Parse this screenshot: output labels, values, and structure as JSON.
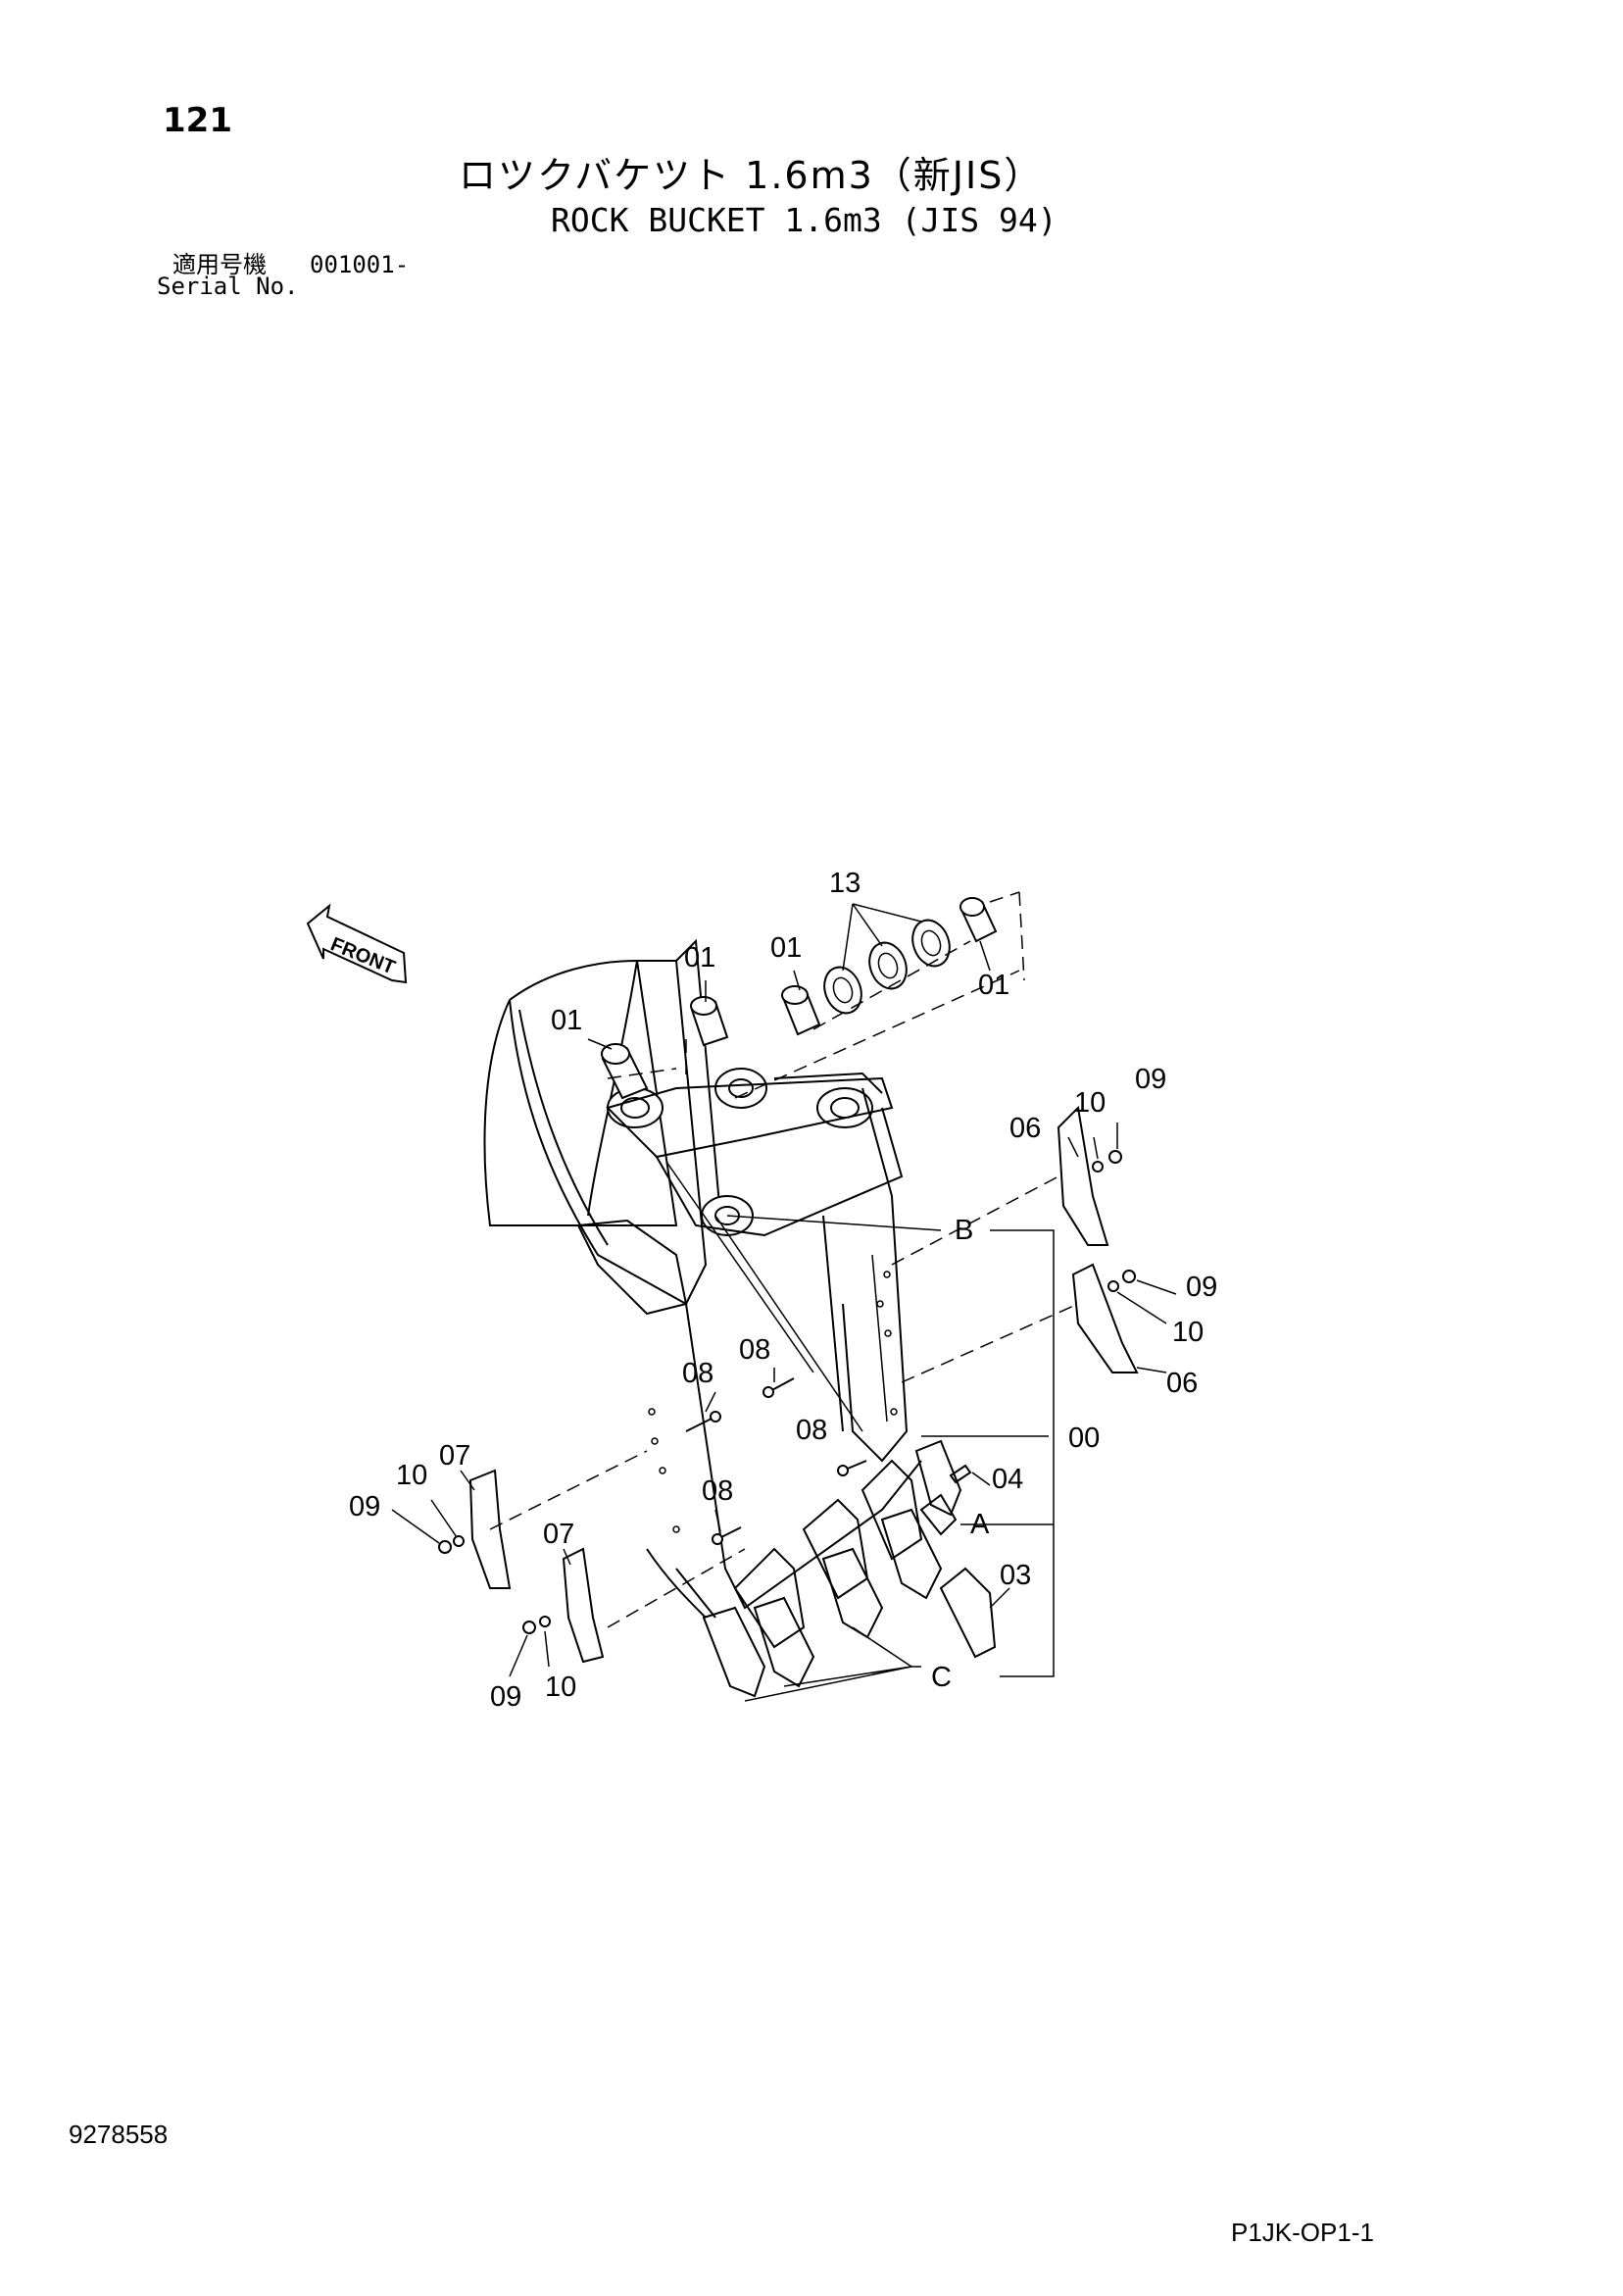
{
  "header": {
    "page_number": "121",
    "title_jp": "ロツクバケツト 1.6m3（新JIS）",
    "title_en": "ROCK BUCKET 1.6m3 (JIS 94)",
    "serial_label_jp": "適用号機",
    "serial_number": "001001-",
    "serial_label_en": "Serial No."
  },
  "footer": {
    "doc_number": "9278558",
    "sheet_code": "P1JK-OP1-1"
  },
  "diagram": {
    "front_label": "FRONT",
    "callouts": {
      "c13": "13",
      "c01_a": "01",
      "c01_b": "01",
      "c01_c": "01",
      "c01_d": "01",
      "cB": "B",
      "c00": "00",
      "cA": "A",
      "cC": "C",
      "c03": "03",
      "c04": "04",
      "c06_a": "06",
      "c06_b": "06",
      "c07_a": "07",
      "c07_b": "07",
      "c08_a": "08",
      "c08_b": "08",
      "c08_c": "08",
      "c08_d": "08",
      "c09_a": "09",
      "c09_b": "09",
      "c09_c": "09",
      "c09_d": "09",
      "c10_a": "10",
      "c10_b": "10",
      "c10_c": "10",
      "c10_d": "10"
    }
  }
}
